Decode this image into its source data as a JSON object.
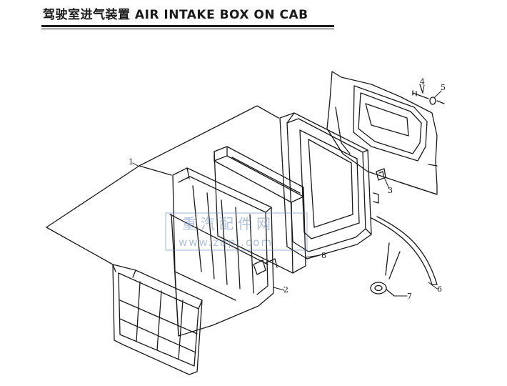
{
  "title": "驾驶室进气装置 AIR INTAKE BOX ON CAB",
  "callouts": [
    "1",
    "2",
    "3",
    "4",
    "5",
    "6",
    "7",
    "8"
  ],
  "watermark": {
    "cn": "重汽配件网",
    "url": "www.zqpj.com"
  },
  "colors": {
    "ink": "#1a1a1a",
    "watermark": "#6f8fc0"
  }
}
